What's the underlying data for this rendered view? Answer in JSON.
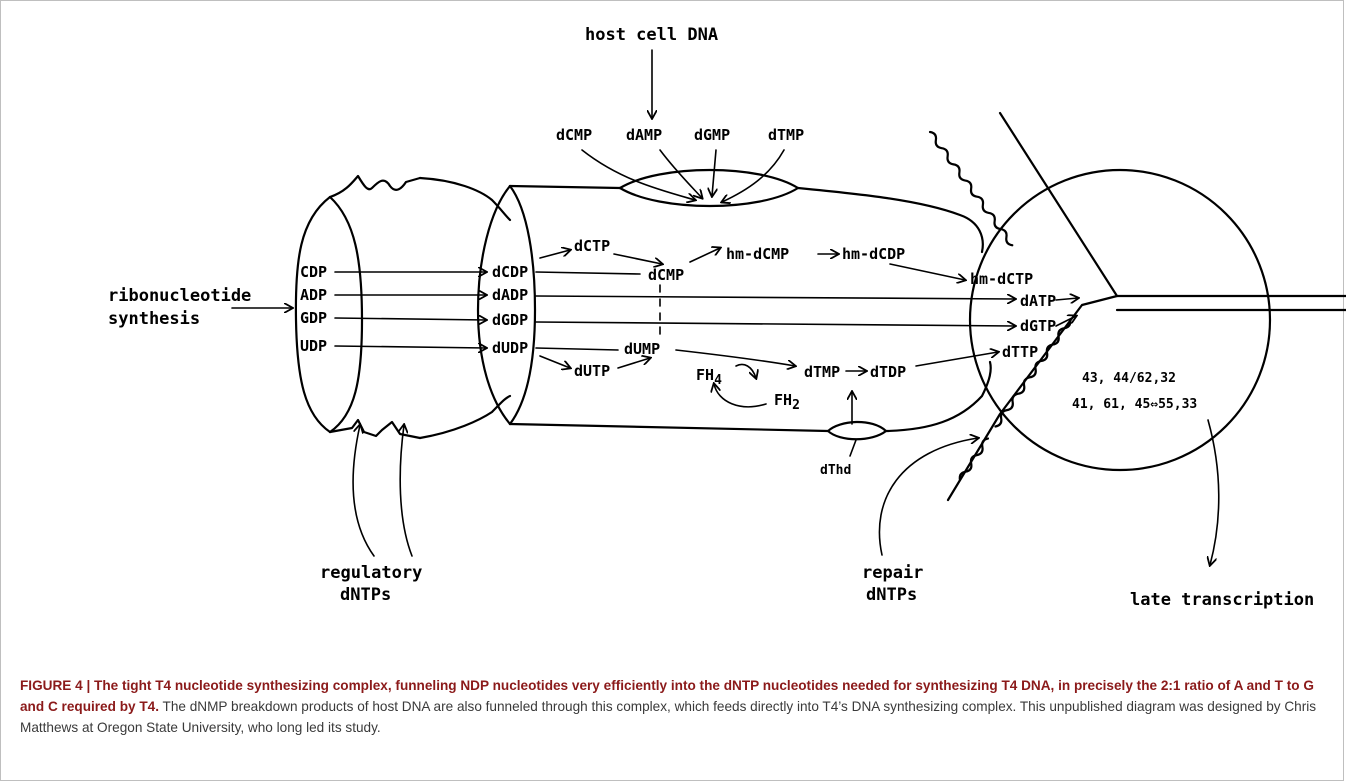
{
  "labels": {
    "host_cell_dna": "host cell DNA",
    "dcmp_top": "dCMP",
    "damp_top": "dAMP",
    "dgmp_top": "dGMP",
    "dtmp_top": "dTMP",
    "ribonucleotide": "ribonucleotide",
    "synthesis": "synthesis",
    "cdp": "CDP",
    "adp": "ADP",
    "gdp": "GDP",
    "udp": "UDP",
    "dctp": "dCTP",
    "dcdp": "dCDP",
    "dcmp_mid": "dCMP",
    "dadp": "dADP",
    "dgdp": "dGDP",
    "dudp": "dUDP",
    "dump": "dUMP",
    "dutp": "dUTP",
    "hm_dcmp": "hm-dCMP",
    "hm_dcdp": "hm-dCDP",
    "hm_dctp": "hm-dCTP",
    "datp": "dATP",
    "dgtp": "dGTP",
    "dttp": "dTTP",
    "dtmp_mid": "dTMP",
    "dtdp": "dTDP",
    "fh4": "FH",
    "fh4_sub": "4",
    "fh2": "FH",
    "fh2_sub": "2",
    "dthd": "dThd",
    "genes_line1": "43, 44/62,32",
    "genes_line2": "41, 61, 45⇔55,33",
    "regulatory": "regulatory",
    "dntps_left": "dNTPs",
    "repair": "repair",
    "dntps_right": "dNTPs",
    "late_transcription": "late transcription"
  },
  "caption": {
    "bold": "FIGURE 4 | The tight T4 nucleotide synthesizing complex, funneling NDP nucleotides very efficiently into the dNTP nucleotides needed for synthesizing T4 DNA, in precisely the 2:1 ratio of A and T to G and C required by T4.",
    "text": " The dNMP breakdown products of host DNA are also funneled through this complex, which feeds directly into T4’s DNA synthesizing complex. This unpublished diagram was designed by Chris Matthews at Oregon State University, who long led its study."
  }
}
